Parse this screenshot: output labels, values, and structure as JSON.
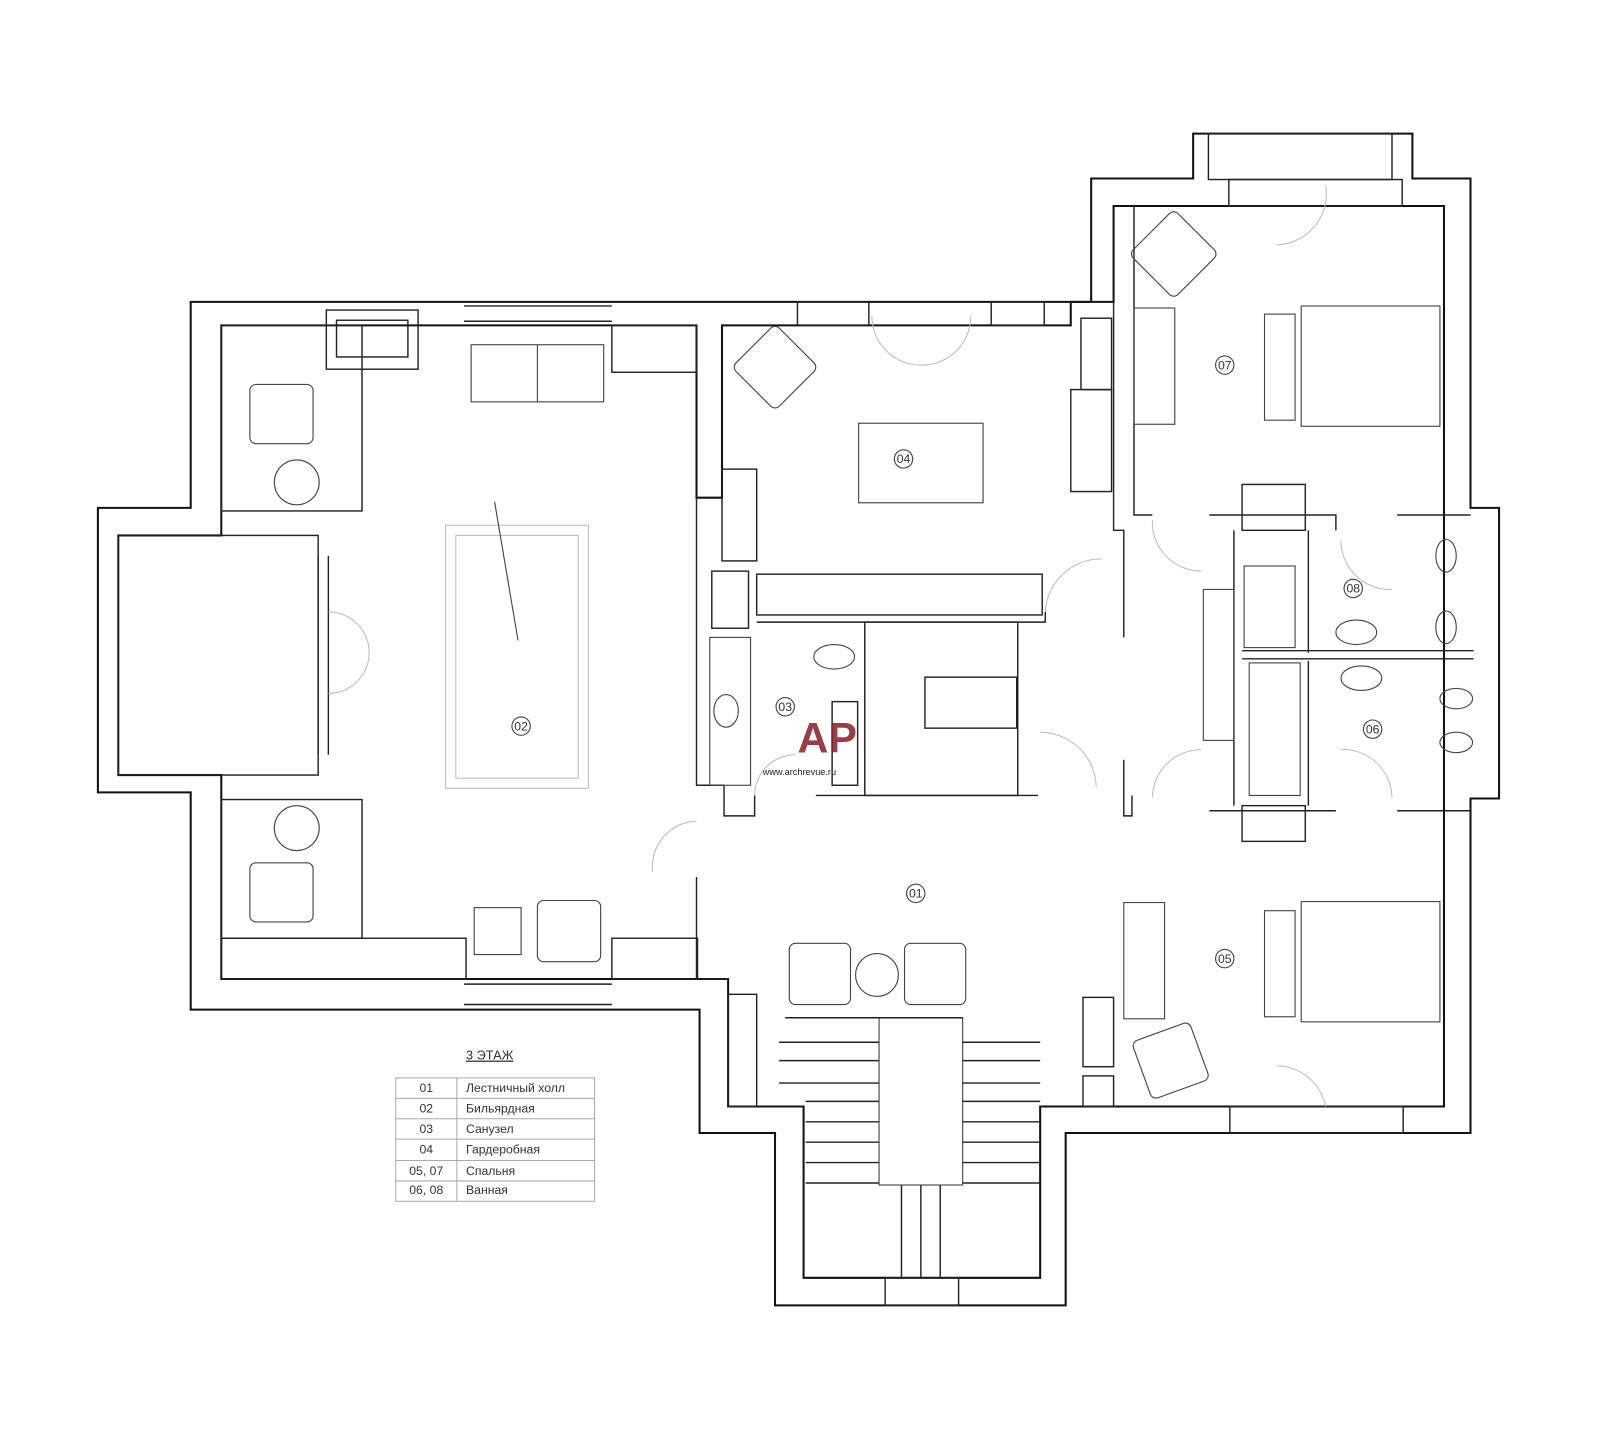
{
  "plan": {
    "title": "3 ЭТАЖ",
    "room_markers": [
      "01",
      "02",
      "03",
      "04",
      "05",
      "06",
      "07",
      "08"
    ],
    "legend": [
      {
        "code": "01",
        "name": "Лестничный холл"
      },
      {
        "code": "02",
        "name": "Бильярдная"
      },
      {
        "code": "03",
        "name": "Санузел"
      },
      {
        "code": "04",
        "name": "Гардеробная"
      },
      {
        "code": "05, 07",
        "name": "Спальня"
      },
      {
        "code": "06, 08",
        "name": "Ванная"
      }
    ]
  },
  "watermark": {
    "logo": "AP",
    "url": "www.archrevue.ru"
  }
}
